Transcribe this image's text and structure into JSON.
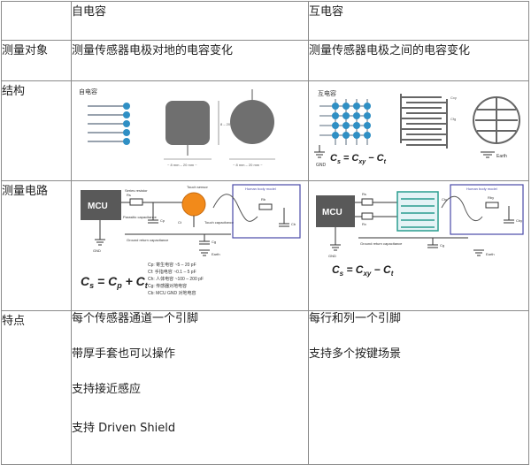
{
  "header": {
    "col_self": "自电容",
    "col_mutual": "互电容"
  },
  "rows": {
    "target": {
      "label": "测量对象",
      "self": "测量传感器电极对地的电容变化",
      "mutual": "测量传感器电极之间的电容变化"
    },
    "structure": {
      "label": "结构",
      "self_fig": {
        "title": "自电容",
        "dim1": "~ 8 mm – 20 mm ~",
        "dim2": "~ 8 mm – 20 mm ~",
        "dim3": "8 – 20 mm"
      },
      "mutual_fig": {
        "title": "互电容",
        "gnd": "GND",
        "earth": "Earth",
        "formula_lhs": "C",
        "formula_sub_lhs": "s",
        "formula_eq": " = C",
        "formula_sub_mid": "xy",
        "formula_minus": " − C",
        "formula_sub_end": "t",
        "cxy": "Cxy",
        "cfg": "Cfg"
      }
    },
    "circuit": {
      "label": "测量电路",
      "self_fig": {
        "mcu": "MCU",
        "series": "Series resistor",
        "rs": "Rs",
        "parasitic": "Parasitic capacitance",
        "cp": "Cp",
        "touch_sensor": "Touch sensor",
        "touch_cap": "Touch capacitance",
        "ct": "Ct",
        "human": "Human body model",
        "cb": "Cb",
        "rb": "Rb",
        "ground_return": "Ground return capacitance",
        "cg": "Cg",
        "gnd": "GND",
        "earth": "Earth",
        "legend": [
          {
            "sym": "Cp:",
            "desc": "寄生电容",
            "val": "~5 – 20 pF"
          },
          {
            "sym": "Cf:",
            "desc": "手指电容",
            "val": "~0.1 – 5 pF"
          },
          {
            "sym": "Ch:",
            "desc": "人体电容",
            "val": "~100 – 200 pF"
          },
          {
            "sym": "Cg:",
            "desc": "传感器对地电容",
            "val": ""
          },
          {
            "sym": "Cb:",
            "desc": "MCU GND 对地电容",
            "val": ""
          }
        ],
        "formula_lhs": "C",
        "formula_sub_lhs": "s",
        "formula_eq": " = C",
        "formula_sub_mid": "p",
        "formula_plus": " + C",
        "formula_sub_end": "t"
      },
      "mutual_fig": {
        "mcu": "MCU",
        "rs": "Rs",
        "rx": "Rx",
        "human": "Human body model",
        "ground_return": "Ground return capacitance",
        "cg": "Cg",
        "gnd": "GND",
        "earth": "Earth",
        "cty": "Cty",
        "cby": "Cby",
        "rby": "Rby",
        "formula_lhs": "C",
        "formula_sub_lhs": "s",
        "formula_eq": " = C",
        "formula_sub_mid": "xy",
        "formula_minus": " − C",
        "formula_sub_end": "t"
      }
    },
    "features": {
      "label": "特点",
      "self": [
        "每个传感器通道一个引脚",
        "带厚手套也可以操作",
        "支持接近感应",
        "支持 Driven Shield"
      ],
      "mutual": [
        "每行和列一个引脚",
        "支持多个按键场景"
      ]
    }
  }
}
